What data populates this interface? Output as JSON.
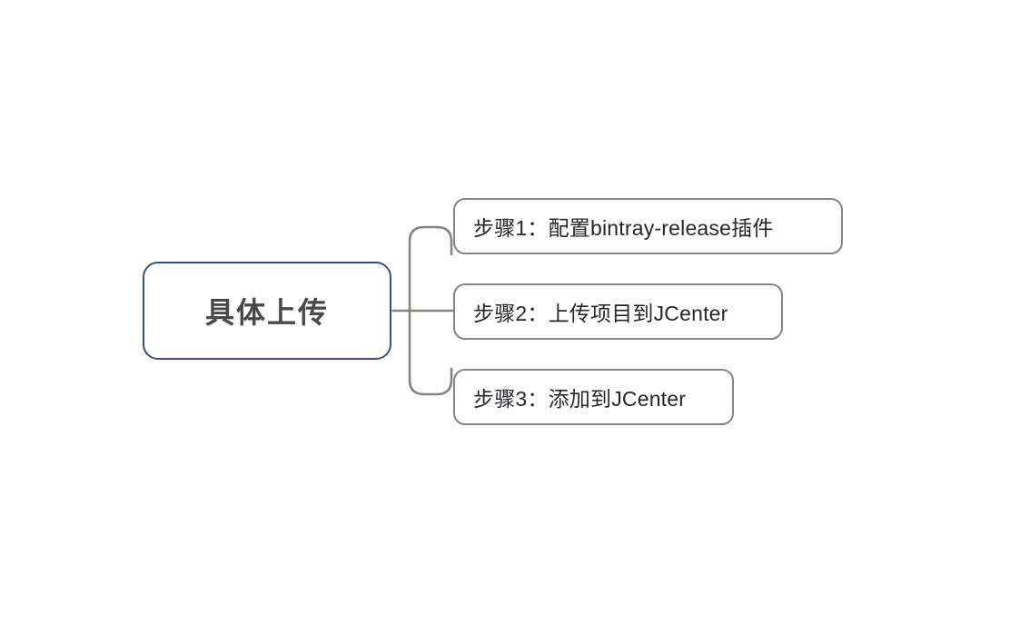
{
  "diagram": {
    "type": "mind-map",
    "background_color": "#ffffff",
    "root": {
      "label": "具体上传",
      "border_color": "#3a5080",
      "text_color": "#4a4948"
    },
    "branches": [
      {
        "label": "步骤1：配置bintray-release插件",
        "border_color": "#8a847e",
        "text_color": "#27262b"
      },
      {
        "label": "步骤2：上传项目到JCenter",
        "border_color": "#8a847e",
        "text_color": "#27262b"
      },
      {
        "label": "步骤3：添加到JCenter",
        "border_color": "#8a847e",
        "text_color": "#27262b"
      }
    ],
    "connector": {
      "color": "#8a847e",
      "style": "rounded-elbow"
    }
  }
}
